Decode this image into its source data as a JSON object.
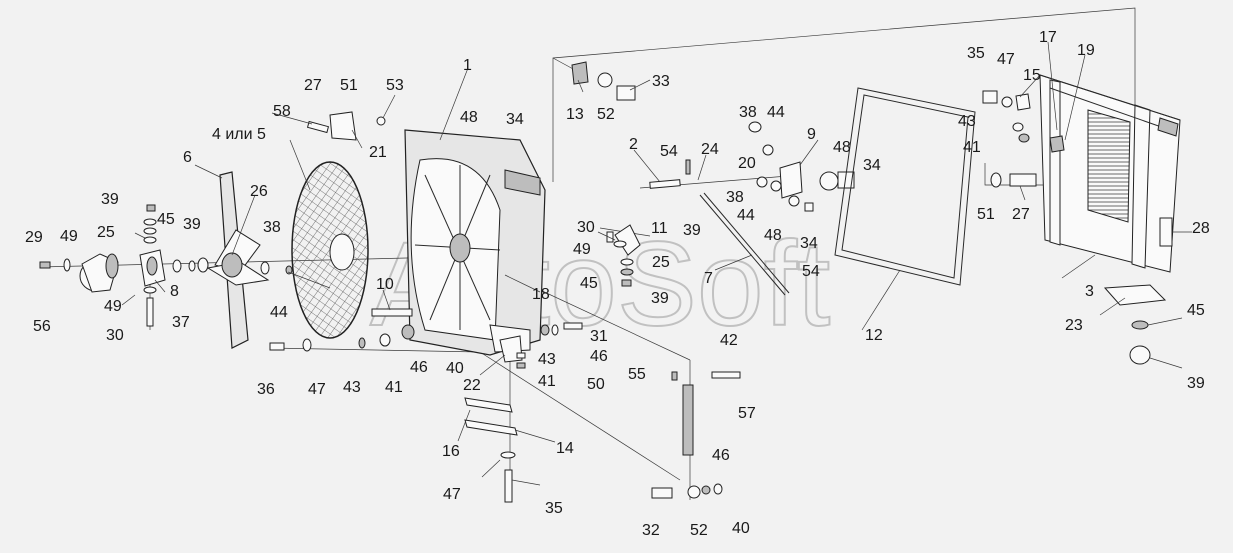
{
  "watermark": "AutoSoft",
  "labels": [
    {
      "id": "1",
      "text": "1"
    },
    {
      "id": "2",
      "text": "2"
    },
    {
      "id": "3",
      "text": "3"
    },
    {
      "id": "4or5",
      "text": "4 или 5"
    },
    {
      "id": "6",
      "text": "6"
    },
    {
      "id": "7",
      "text": "7"
    },
    {
      "id": "8",
      "text": "8"
    },
    {
      "id": "9",
      "text": "9"
    },
    {
      "id": "10",
      "text": "10"
    },
    {
      "id": "11",
      "text": "11"
    },
    {
      "id": "12",
      "text": "12"
    },
    {
      "id": "13",
      "text": "13"
    },
    {
      "id": "14",
      "text": "14"
    },
    {
      "id": "15",
      "text": "15"
    },
    {
      "id": "16",
      "text": "16"
    },
    {
      "id": "17",
      "text": "17"
    },
    {
      "id": "18",
      "text": "18"
    },
    {
      "id": "19",
      "text": "19"
    },
    {
      "id": "20",
      "text": "20"
    },
    {
      "id": "21",
      "text": "21"
    },
    {
      "id": "22",
      "text": "22"
    },
    {
      "id": "23",
      "text": "23"
    },
    {
      "id": "24",
      "text": "24"
    },
    {
      "id": "25a",
      "text": "25"
    },
    {
      "id": "25b",
      "text": "25"
    },
    {
      "id": "26",
      "text": "26"
    },
    {
      "id": "27a",
      "text": "27"
    },
    {
      "id": "27b",
      "text": "27"
    },
    {
      "id": "28",
      "text": "28"
    },
    {
      "id": "29",
      "text": "29"
    },
    {
      "id": "30a",
      "text": "30"
    },
    {
      "id": "30b",
      "text": "30"
    },
    {
      "id": "31",
      "text": "31"
    },
    {
      "id": "32",
      "text": "32"
    },
    {
      "id": "33",
      "text": "33"
    },
    {
      "id": "34a",
      "text": "34"
    },
    {
      "id": "34b",
      "text": "34"
    },
    {
      "id": "34c",
      "text": "34"
    },
    {
      "id": "35a",
      "text": "35"
    },
    {
      "id": "35b",
      "text": "35"
    },
    {
      "id": "36",
      "text": "36"
    },
    {
      "id": "37",
      "text": "37"
    },
    {
      "id": "38a",
      "text": "38"
    },
    {
      "id": "38b",
      "text": "38"
    },
    {
      "id": "38c",
      "text": "38"
    },
    {
      "id": "39a",
      "text": "39"
    },
    {
      "id": "39b",
      "text": "39"
    },
    {
      "id": "39c",
      "text": "39"
    },
    {
      "id": "39d",
      "text": "39"
    },
    {
      "id": "39e",
      "text": "39"
    },
    {
      "id": "40a",
      "text": "40"
    },
    {
      "id": "40b",
      "text": "40"
    },
    {
      "id": "41a",
      "text": "41"
    },
    {
      "id": "41b",
      "text": "41"
    },
    {
      "id": "41c",
      "text": "41"
    },
    {
      "id": "42",
      "text": "42"
    },
    {
      "id": "43a",
      "text": "43"
    },
    {
      "id": "43b",
      "text": "43"
    },
    {
      "id": "43c",
      "text": "43"
    },
    {
      "id": "44a",
      "text": "44"
    },
    {
      "id": "44b",
      "text": "44"
    },
    {
      "id": "44c",
      "text": "44"
    },
    {
      "id": "45a",
      "text": "45"
    },
    {
      "id": "45b",
      "text": "45"
    },
    {
      "id": "45c",
      "text": "45"
    },
    {
      "id": "46a",
      "text": "46"
    },
    {
      "id": "46b",
      "text": "46"
    },
    {
      "id": "46c",
      "text": "46"
    },
    {
      "id": "47a",
      "text": "47"
    },
    {
      "id": "47b",
      "text": "47"
    },
    {
      "id": "47c",
      "text": "47"
    },
    {
      "id": "48a",
      "text": "48"
    },
    {
      "id": "48b",
      "text": "48"
    },
    {
      "id": "48c",
      "text": "48"
    },
    {
      "id": "49a",
      "text": "49"
    },
    {
      "id": "49b",
      "text": "49"
    },
    {
      "id": "49c",
      "text": "49"
    },
    {
      "id": "50",
      "text": "50"
    },
    {
      "id": "51a",
      "text": "51"
    },
    {
      "id": "51b",
      "text": "51"
    },
    {
      "id": "52a",
      "text": "52"
    },
    {
      "id": "52b",
      "text": "52"
    },
    {
      "id": "53",
      "text": "53"
    },
    {
      "id": "54a",
      "text": "54"
    },
    {
      "id": "54b",
      "text": "54"
    },
    {
      "id": "55",
      "text": "55"
    },
    {
      "id": "56",
      "text": "56"
    },
    {
      "id": "57",
      "text": "57"
    },
    {
      "id": "58",
      "text": "58"
    }
  ]
}
